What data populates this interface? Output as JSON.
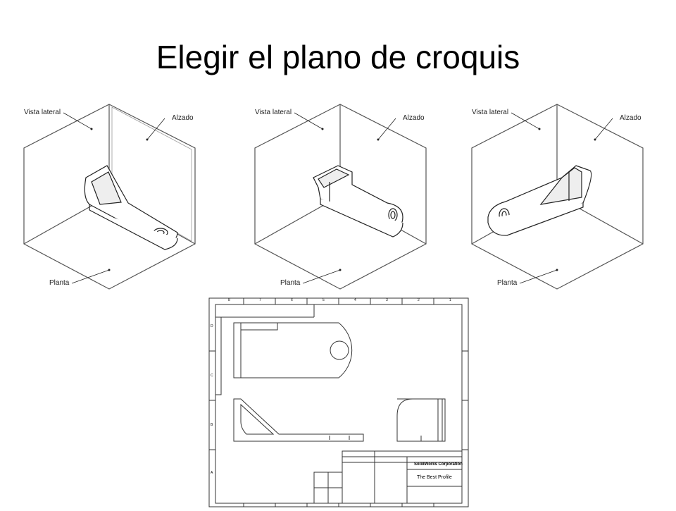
{
  "slide": {
    "title": "Elegir el plano de croquis"
  },
  "isometric_views": [
    {
      "side_label": "Vista lateral",
      "front_label": "Alzado",
      "top_label": "Planta"
    },
    {
      "side_label": "Vista lateral",
      "front_label": "Alzado",
      "top_label": "Planta"
    },
    {
      "side_label": "Vista lateral",
      "front_label": "Alzado",
      "top_label": "Planta"
    }
  ],
  "drawing": {
    "company": "SolidWorks Corporation",
    "part_title": "The Best Profile",
    "zone_numbers_top": [
      "8",
      "7",
      "6",
      "5",
      "4",
      "3",
      "2",
      "1"
    ],
    "zone_letters_side": [
      "D",
      "C",
      "B",
      "A"
    ]
  },
  "colors": {
    "line": "#333333",
    "text": "#000000",
    "background": "#ffffff"
  }
}
